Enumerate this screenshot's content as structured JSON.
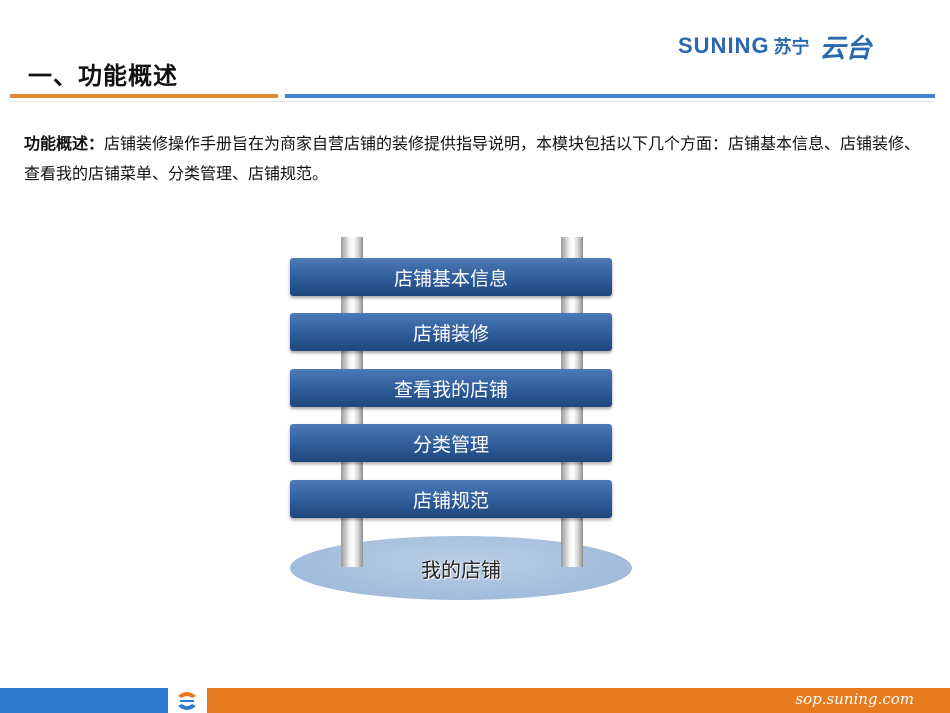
{
  "header": {
    "title": "一、功能概述",
    "logo_brand": "SUNING",
    "logo_cn": "苏宁",
    "logo_cloud": "云台"
  },
  "description": {
    "lead": "功能概述：",
    "text": "店铺装修操作手册旨在为商家自营店铺的装修提供指导说明，本模块包括以下几个方面：店铺基本信息、店铺装修、查看我的店铺菜单、分类管理、店铺规范。"
  },
  "diagram": {
    "rungs": [
      "店铺基本信息",
      "店铺装修",
      "查看我的店铺",
      "分类管理",
      "店铺规范"
    ],
    "base": "我的店铺"
  },
  "footer": {
    "url": "sop.suning.com"
  },
  "colors": {
    "accent_orange": "#e58a2e",
    "accent_blue": "#3f86d4",
    "rung_blue": "#2f5c9a",
    "base_blue": "#a3bcdc"
  }
}
